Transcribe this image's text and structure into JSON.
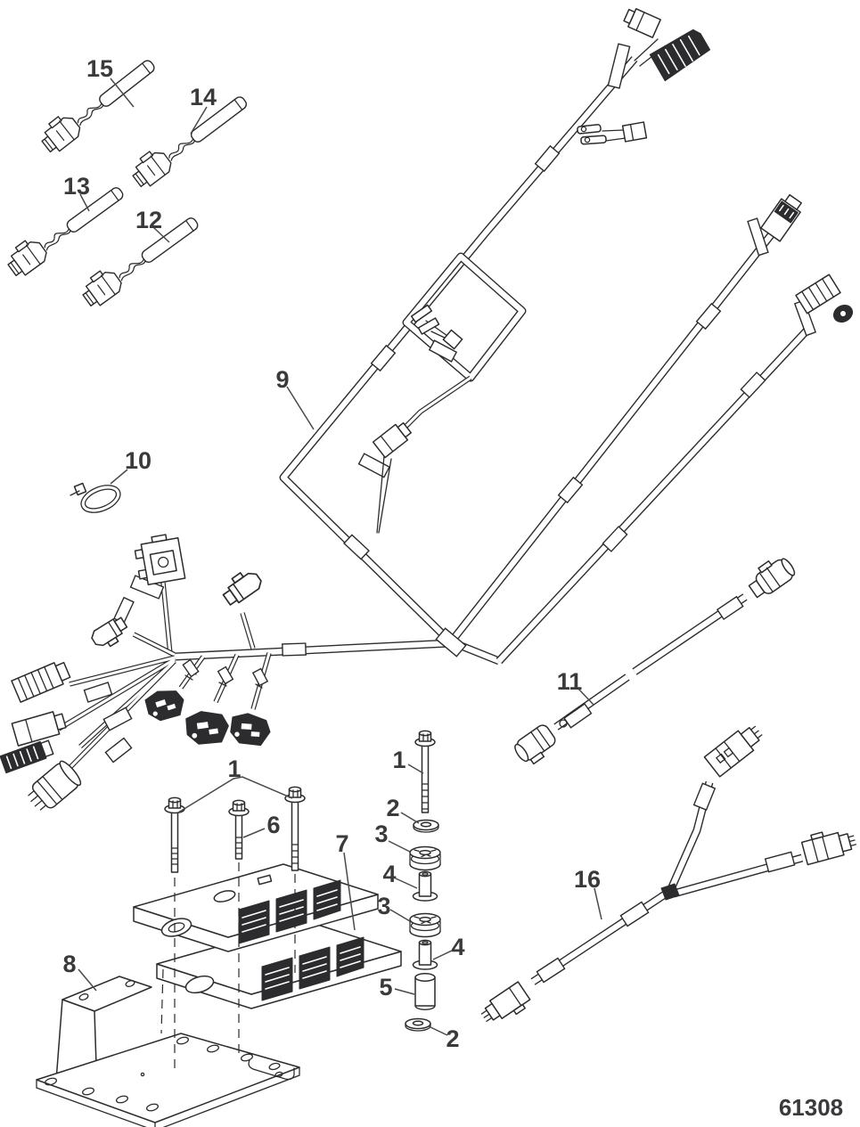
{
  "diagram": {
    "drawing_number": "61308",
    "colors": {
      "background": "#ffffff",
      "line": "#2c2c2e",
      "label": "#3a3a3c"
    },
    "callouts": {
      "c1_left": "1",
      "c1_right": "1",
      "c2_upper": "2",
      "c2_lower": "2",
      "c3_upper": "3",
      "c3_lower": "3",
      "c4_upper": "4",
      "c4_lower": "4",
      "c5": "5",
      "c6": "6",
      "c7": "7",
      "c8": "8",
      "c9": "9",
      "c10": "10",
      "c11": "11",
      "c12": "12",
      "c13": "13",
      "c14": "14",
      "c15": "15",
      "c16": "16"
    }
  }
}
